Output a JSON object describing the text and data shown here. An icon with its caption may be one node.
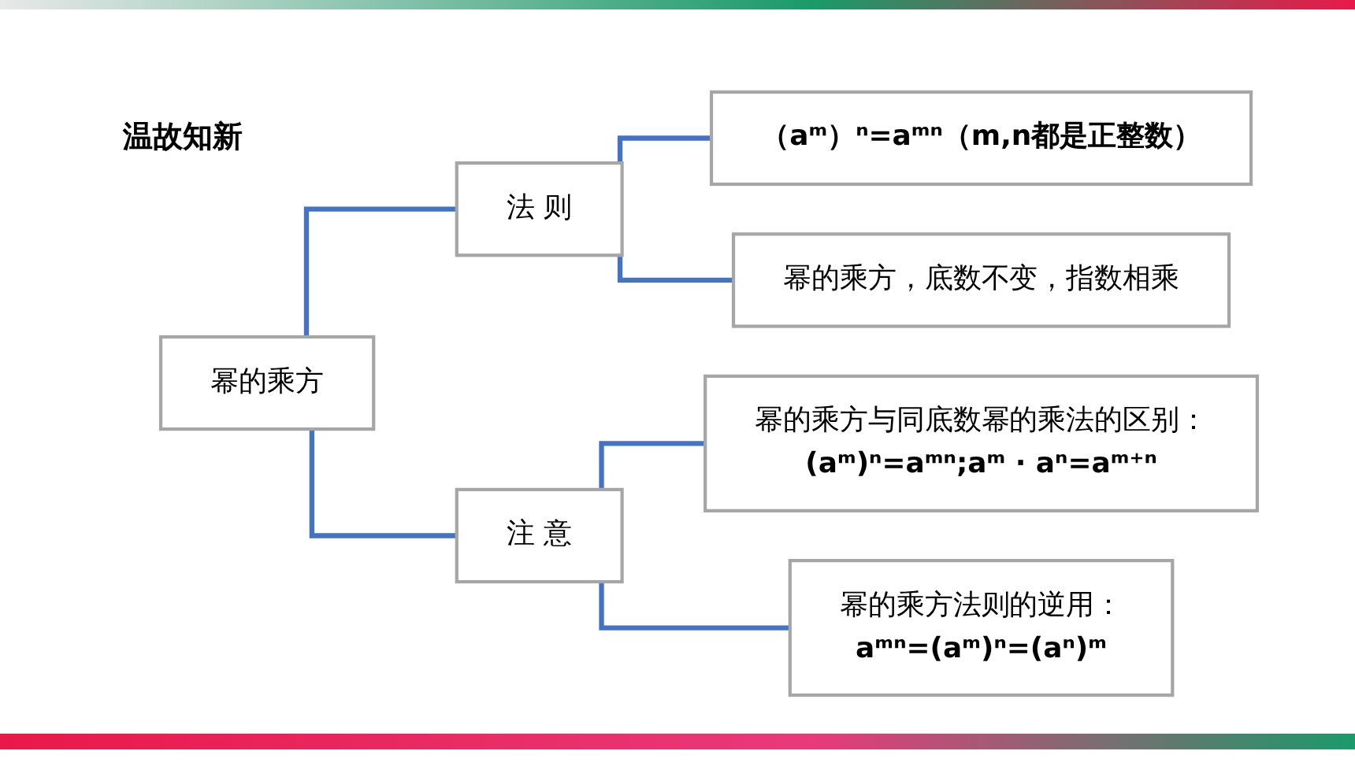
{
  "diagram": {
    "title": "温故知新",
    "nodes": [
      {
        "text": [
          "幂的乘方"
        ]
      },
      {
        "text": [
          "法 则"
        ]
      },
      {
        "text": [
          "（aᵐ）ⁿ=aᵐⁿ（m,n都是正整数）"
        ]
      },
      {
        "text": [
          "幂的乘方，底数不变，指数相乘"
        ]
      },
      {
        "text": [
          "注 意"
        ]
      },
      {
        "text": [
          "幂的乘方与同底数幂的乘法的区别：",
          "(aᵐ)ⁿ=aᵐⁿ;aᵐ · aⁿ=aᵐ⁺ⁿ"
        ]
      },
      {
        "text": [
          "幂的乘方法则的逆用：",
          "aᵐⁿ=(aᵐ)ⁿ=(aⁿ)ᵐ"
        ]
      }
    ],
    "edges": [
      {
        "from": 0,
        "to": 1,
        "arrow": "none",
        "color": "#4472c4"
      },
      {
        "from": 0,
        "to": 4,
        "arrow": "none",
        "color": "#4472c4"
      },
      {
        "from": 1,
        "to": 2,
        "arrow": "none",
        "color": "#4472c4"
      },
      {
        "from": 1,
        "to": 3,
        "arrow": "none",
        "color": "#4472c4"
      },
      {
        "from": 4,
        "to": 5,
        "arrow": "none",
        "color": "#4472c4"
      },
      {
        "from": 4,
        "to": 6,
        "arrow": "none",
        "color": "#4472c4"
      }
    ]
  }
}
